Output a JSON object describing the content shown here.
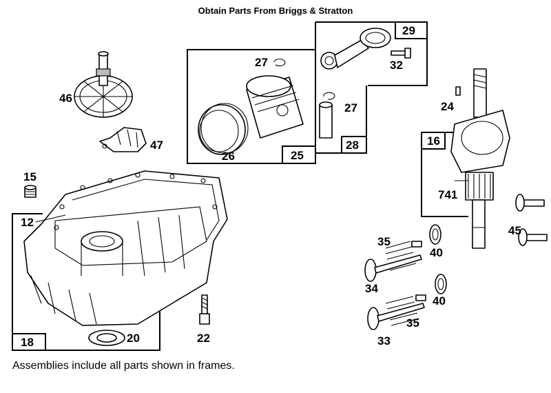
{
  "header": {
    "title": "Obtain Parts From Briggs & Stratton"
  },
  "footer": {
    "note": "Assemblies include all parts shown in frames."
  },
  "labels": {
    "p15": "15",
    "p12": "12",
    "p18": "18",
    "p20": "20",
    "p22": "22",
    "p46": "46",
    "p47": "47",
    "p27a": "27",
    "p26": "26",
    "p25": "25",
    "p29": "29",
    "p32": "32",
    "p27b": "27",
    "p28": "28",
    "p24": "24",
    "p16": "16",
    "p741": "741",
    "p45": "45",
    "p35a": "35",
    "p40a": "40",
    "p34": "34",
    "p40b": "40",
    "p35b": "35",
    "p33": "33"
  }
}
